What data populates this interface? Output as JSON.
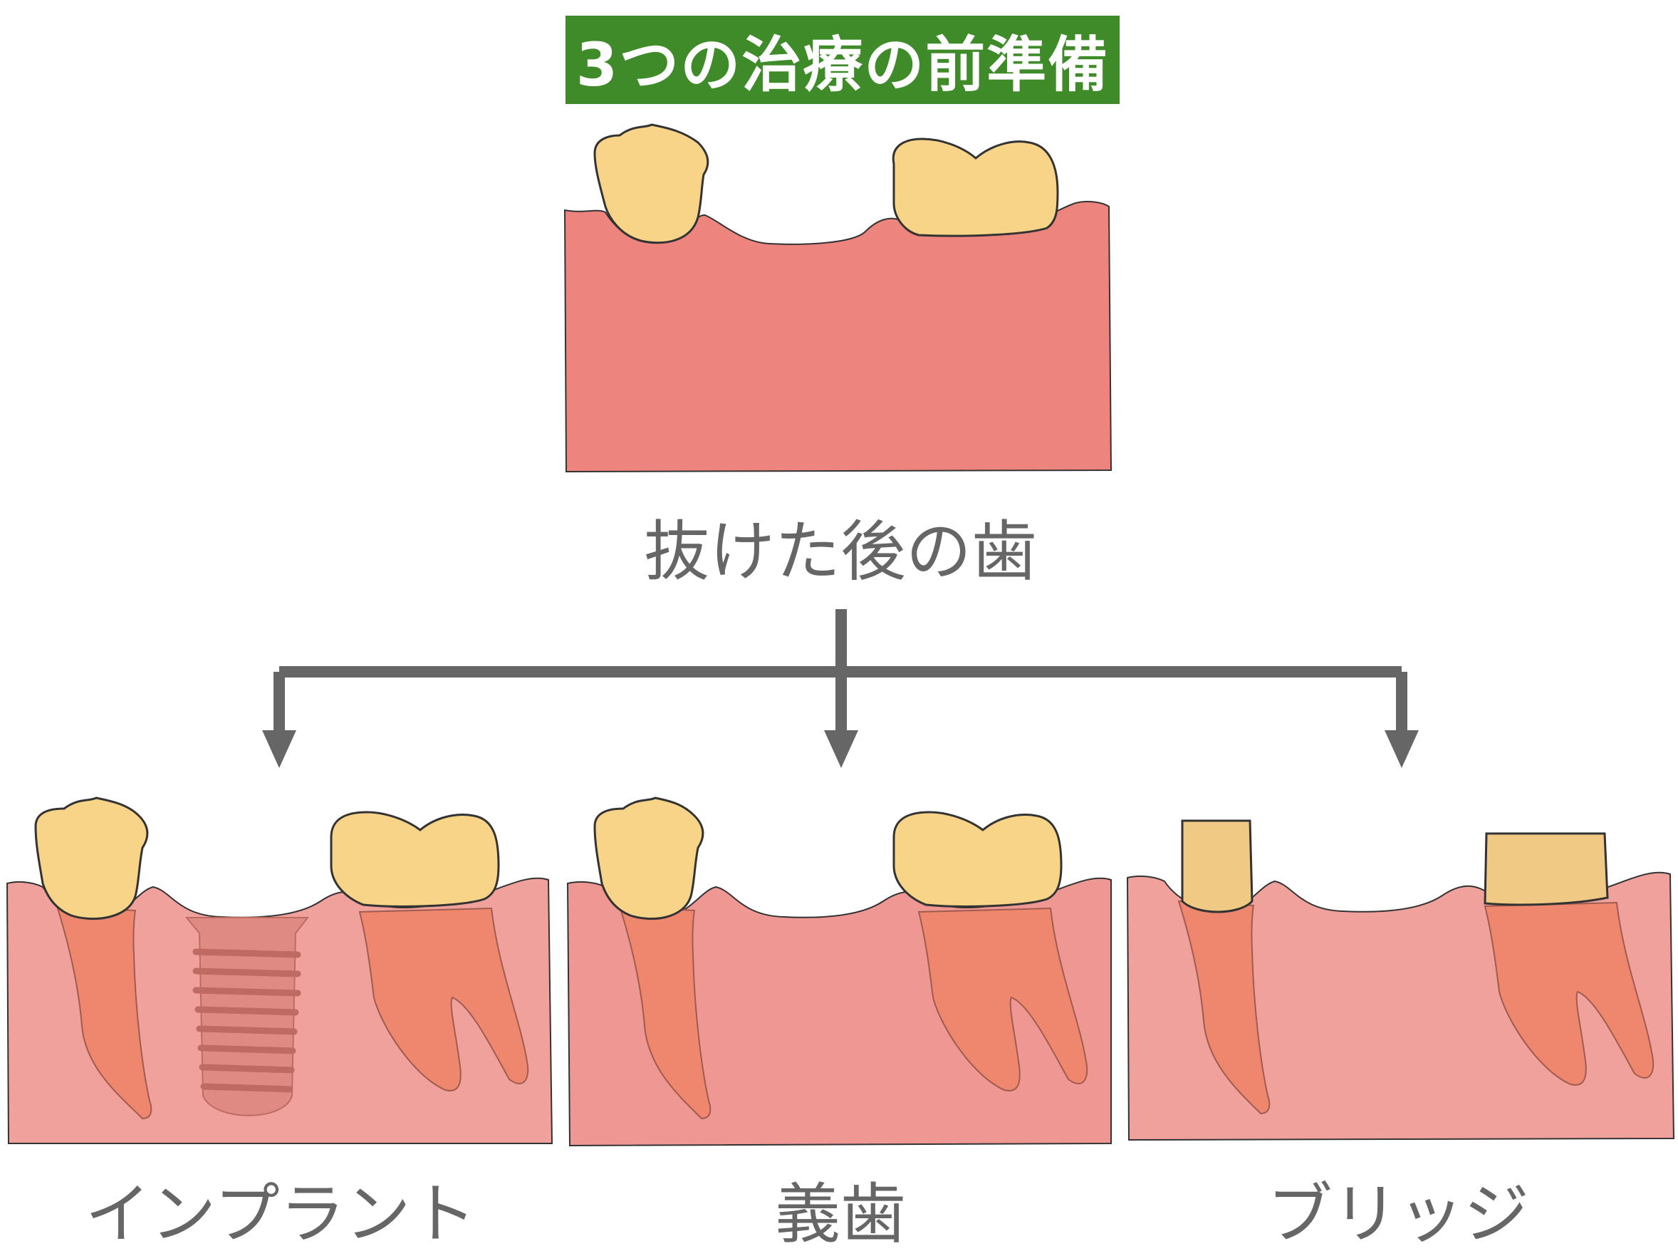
{
  "title": "3つの治療の前準備",
  "source": {
    "label": "抜けた後の歯"
  },
  "options": [
    {
      "label": "インプラント"
    },
    {
      "label": "義歯"
    },
    {
      "label": "ブリッジ"
    }
  ],
  "colors": {
    "title_bg": "#3f8b2a",
    "gum_top": "#ee847e",
    "gum_panel": "#f1a19c",
    "tooth_crown": "#f7d488",
    "root": "#ee876e",
    "arrow": "#666666",
    "label": "#666666"
  },
  "icons": [
    "tooth-crown",
    "tooth-root",
    "implant-screw",
    "arrow-down"
  ]
}
